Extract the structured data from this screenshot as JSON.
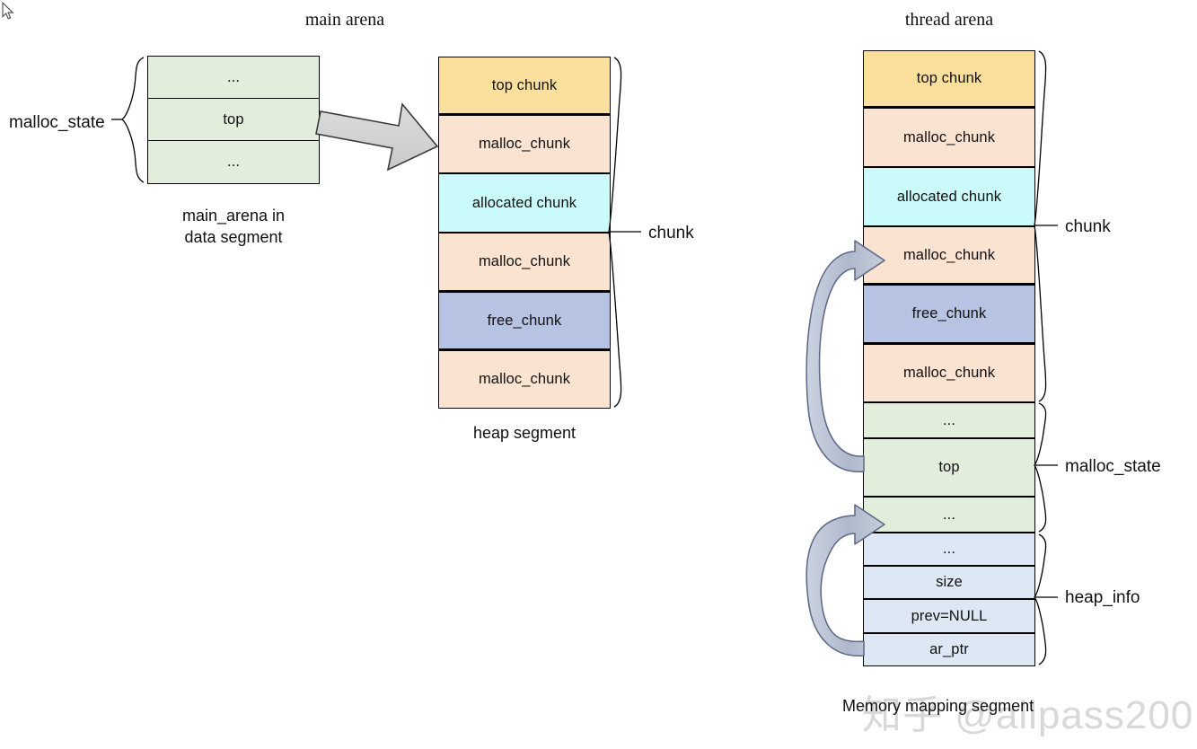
{
  "cursor": {
    "name": "mouse-pointer"
  },
  "main_arena": {
    "title": "main arena",
    "bracket_label": "malloc_state",
    "caption": "main_arena in\ndata segment",
    "rows": [
      {
        "label": "...",
        "color": "#E2EDDC"
      },
      {
        "label": "top",
        "color": "#E2EDDC"
      },
      {
        "label": "...",
        "color": "#E2EDDC"
      }
    ]
  },
  "heap_segment": {
    "caption": "heap segment",
    "bracket_label": "chunk",
    "rows": [
      {
        "label": "top chunk",
        "color": "#FBDF9D"
      },
      {
        "label": "malloc_chunk",
        "color": "#FAE3D0"
      },
      {
        "label": "allocated chunk",
        "color": "#CAFAFA"
      },
      {
        "label": "malloc_chunk",
        "color": "#FAE3D0"
      },
      {
        "label": "free_chunk",
        "color": "#B6C3E2"
      },
      {
        "label": "malloc_chunk",
        "color": "#FAE3D0"
      }
    ]
  },
  "thread_arena": {
    "title": "thread arena",
    "caption": "Memory mapping segment",
    "brackets": [
      {
        "label": "chunk"
      },
      {
        "label": "malloc_state"
      },
      {
        "label": "heap_info"
      }
    ],
    "rows": [
      {
        "label": "top chunk",
        "color": "#FBDF9D"
      },
      {
        "label": "malloc_chunk",
        "color": "#FAE3D0"
      },
      {
        "label": "allocated chunk",
        "color": "#CAFAFA"
      },
      {
        "label": "malloc_chunk",
        "color": "#FAE3D0"
      },
      {
        "label": "free_chunk",
        "color": "#B6C3E2"
      },
      {
        "label": "malloc_chunk",
        "color": "#FAE3D0"
      },
      {
        "label": "...",
        "color": "#E2EDDC"
      },
      {
        "label": "top",
        "color": "#E2EDDC"
      },
      {
        "label": "...",
        "color": "#E2EDDC"
      },
      {
        "label": "...",
        "color": "#DEE7F4"
      },
      {
        "label": "size",
        "color": "#DEE7F4"
      },
      {
        "label": "prev=NULL",
        "color": "#DEE7F4"
      },
      {
        "label": "ar_ptr",
        "color": "#DEE7F4"
      }
    ]
  },
  "watermark": {
    "text": "知乎 @allpass200"
  },
  "colors": {
    "top_chunk": "#FBDF9D",
    "malloc_chunk": "#FAE3D0",
    "allocated_chunk": "#CAFAFA",
    "free_chunk": "#B6C3E2",
    "malloc_state": "#E2EDDC",
    "heap_info": "#DEE7F4",
    "arrow_fill": "#D3D3D3",
    "curve_arrow_fill": "#C3CBDC",
    "outline": "#000000"
  }
}
